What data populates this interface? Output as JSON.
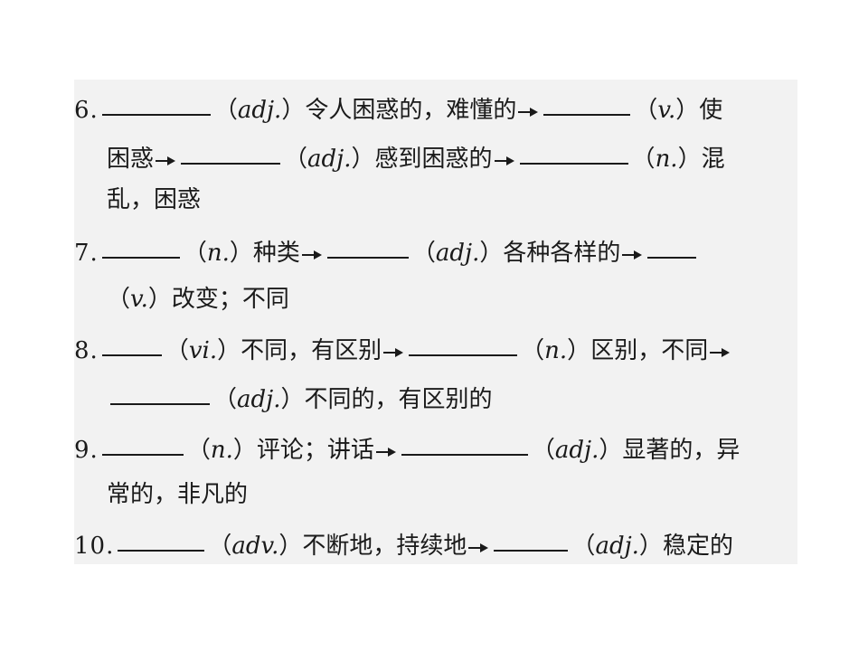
{
  "items": [
    {
      "number": "6.",
      "lines": [
        [
          {
            "t": "blank",
            "w": 120
          },
          {
            "t": "pos",
            "v": "adj."
          },
          {
            "t": "text",
            "v": "令人困惑的，难懂的"
          },
          {
            "t": "arrow"
          },
          {
            "t": "blank",
            "w": 96
          },
          {
            "t": "pos",
            "v": "v."
          },
          {
            "t": "text",
            "v": "使"
          }
        ],
        [
          {
            "t": "text",
            "v": "困惑"
          },
          {
            "t": "arrow"
          },
          {
            "t": "blank",
            "w": 110
          },
          {
            "t": "pos",
            "v": "adj."
          },
          {
            "t": "text",
            "v": "感到困惑的"
          },
          {
            "t": "arrow"
          },
          {
            "t": "blank",
            "w": 120
          },
          {
            "t": "pos",
            "v": "n."
          },
          {
            "t": "text",
            "v": "混"
          }
        ],
        [
          {
            "t": "text",
            "v": "乱，困惑"
          }
        ]
      ]
    },
    {
      "number": "7.",
      "lines": [
        [
          {
            "t": "blank",
            "w": 86
          },
          {
            "t": "pos",
            "v": "n."
          },
          {
            "t": "text",
            "v": "种类"
          },
          {
            "t": "arrow"
          },
          {
            "t": "blank",
            "w": 90
          },
          {
            "t": "pos",
            "v": "adj."
          },
          {
            "t": "text",
            "v": "各种各样的"
          },
          {
            "t": "arrow"
          },
          {
            "t": "blank",
            "w": 54
          }
        ],
        [
          {
            "t": "pos",
            "v": "v."
          },
          {
            "t": "text",
            "v": "改变；不同"
          }
        ]
      ]
    },
    {
      "number": "8.",
      "lines": [
        [
          {
            "t": "blank",
            "w": 66
          },
          {
            "t": "pos",
            "v": "vi."
          },
          {
            "t": "text",
            "v": "不同，有区别"
          },
          {
            "t": "arrow"
          },
          {
            "t": "blank",
            "w": 120
          },
          {
            "t": "pos",
            "v": "n."
          },
          {
            "t": "text",
            "v": "区别，不同"
          },
          {
            "t": "arrow"
          }
        ],
        [
          {
            "t": "blank",
            "w": 110
          },
          {
            "t": "pos",
            "v": "adj."
          },
          {
            "t": "text",
            "v": "不同的，有区别的"
          }
        ]
      ]
    },
    {
      "number": "9.",
      "lines": [
        [
          {
            "t": "blank",
            "w": 90
          },
          {
            "t": "pos",
            "v": "n."
          },
          {
            "t": "text",
            "v": "评论；讲话"
          },
          {
            "t": "arrow"
          },
          {
            "t": "blank",
            "w": 140
          },
          {
            "t": "pos",
            "v": "adj."
          },
          {
            "t": "text",
            "v": "显著的，异"
          }
        ],
        [
          {
            "t": "text",
            "v": "常的，非凡的"
          }
        ]
      ]
    },
    {
      "number": "10.",
      "lines": [
        [
          {
            "t": "blank",
            "w": 96
          },
          {
            "t": "pos",
            "v": "adv."
          },
          {
            "t": "text",
            "v": "不断地，持续地"
          },
          {
            "t": "arrow"
          },
          {
            "t": "blank",
            "w": 82
          },
          {
            "t": "pos",
            "v": "adj."
          },
          {
            "t": "text",
            "v": "稳定的"
          }
        ]
      ]
    }
  ]
}
